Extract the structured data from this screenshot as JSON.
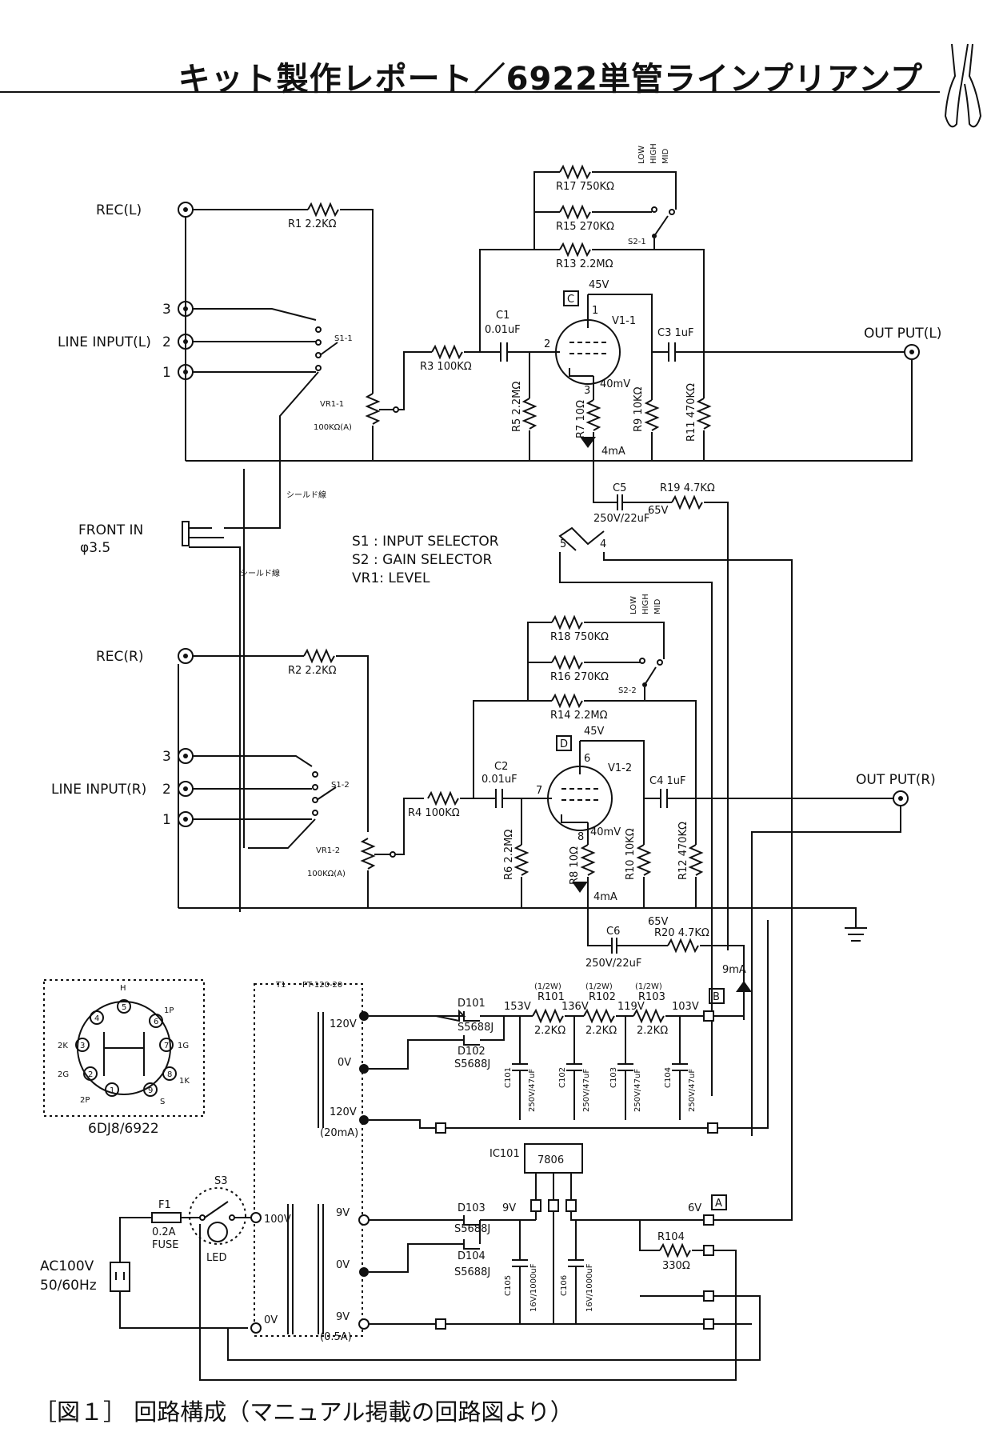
{
  "header": {
    "title": "キット製作レポート／6922単管ラインプリアンプ"
  },
  "caption": "［図１］ 回路構成（マニュアル掲載の回路図より）",
  "legend": {
    "s1": "S1 : INPUT SELECTOR",
    "s2": "S2 : GAIN SELECTOR",
    "vr1": "VR1: LEVEL"
  },
  "ports": {
    "rec_l": "REC(L)",
    "line_in_l": "LINE INPUT(L)",
    "rec_r": "REC(R)",
    "line_in_r": "LINE INPUT(R)",
    "front_in": "FRONT IN",
    "front_in_size": "φ3.5",
    "out_l": "OUT PUT(L)",
    "out_r": "OUT PUT(R)",
    "ac_in": "AC100V",
    "ac_freq": "50/60Hz",
    "n1": "1",
    "n2": "2",
    "n3": "3"
  },
  "gain_switch": {
    "low": "LOW",
    "high": "HIGH",
    "mid": "MID"
  },
  "parts_l": {
    "r1": "R1 2.2KΩ",
    "r17": "R17 750KΩ",
    "r15": "R15 270KΩ",
    "s2_1": "S2-1",
    "r13": "R13 2.2MΩ",
    "v45": "45V",
    "c_mark": "C",
    "c1_name": "C1",
    "c1_val": "0.01uF",
    "v1": "V1-1",
    "c3": "C3 1uF",
    "s1_1": "S1-1",
    "r3": "R3 100KΩ",
    "vr1_1": "VR1-1",
    "vr1_val": "100KΩ(A)",
    "r5": "R5 2.2MΩ",
    "r7": "R7 10Ω",
    "r9": "R9 10KΩ",
    "r11": "R11 470KΩ",
    "mv40": "40mV",
    "ma4": "4mA",
    "c5": "C5",
    "c5_val": "250V/22uF",
    "r19": "R19 4.7KΩ",
    "v65": "65V",
    "shield": "シールド線",
    "pin1": "1",
    "pin2": "2",
    "pin3": "3",
    "pin5": "5",
    "pin4": "4"
  },
  "parts_r": {
    "r2": "R2 2.2KΩ",
    "r18": "R18 750KΩ",
    "r16": "R16 270KΩ",
    "s2_2": "S2-2",
    "r14": "R14 2.2MΩ",
    "v45": "45V",
    "d_mark": "D",
    "c2_name": "C2",
    "c2_val": "0.01uF",
    "v1": "V1-2",
    "c4": "C4 1uF",
    "s1_2": "S1-2",
    "r4": "R4 100KΩ",
    "vr1_2": "VR1-2",
    "vr1_val": "100KΩ(A)",
    "r6": "R6 2.2MΩ",
    "r8": "R8 10Ω",
    "r10": "R10 10KΩ",
    "r12": "R12 470KΩ",
    "mv40": "40mV",
    "ma4": "4mA",
    "c6": "C6",
    "c6_val": "250V/22uF",
    "r20": "R20 4.7KΩ",
    "v65": "65V",
    "shield": "シールド線",
    "pin6": "6",
    "pin7": "7",
    "pin8": "8"
  },
  "power": {
    "t1": "T1",
    "pt": "PT-120-20",
    "v120a": "120V",
    "v0a": "0V",
    "v120b": "120V",
    "ma20": "(20mA)",
    "d101": "D101",
    "d102": "D102",
    "s5688j": "S5688J",
    "v153": "153V",
    "v136": "136V",
    "v119": "119V",
    "v103": "103V",
    "half_w": "(1/2W)",
    "r101": "R101",
    "r102": "R102",
    "r103": "R103",
    "kohm22": "2.2KΩ",
    "c101": "C101",
    "c102": "C102",
    "c103": "C103",
    "c104": "C104",
    "cap_47": "250V/47uF",
    "b_mark": "B",
    "ma9": "9mA",
    "ic101": "IC101",
    "reg": "7806",
    "d103": "D103",
    "d104": "D104",
    "v9": "9V",
    "v9b": "9V",
    "v0b": "0V",
    "v9c": "9V",
    "a05": "(0.5A)",
    "c105": "C105",
    "c106": "C106",
    "cap_1000": "16V/1000uF",
    "v6": "6V",
    "a_mark": "A",
    "r104": "R104",
    "ohm330": "330Ω",
    "f1": "F1",
    "fuse_val": "0.2A",
    "fuse": "FUSE",
    "s3": "S3",
    "led": "LED",
    "v100": "100V",
    "v0p": "0V"
  },
  "tube_pinout": {
    "name": "6DJ8/6922",
    "p_h": "H",
    "p_5": "5",
    "p_4": "4",
    "p_6": "6",
    "p_1p": "1P",
    "p_2k": "2K",
    "p_3": "3",
    "p_7": "7",
    "p_1g": "1G",
    "p_2g": "2G",
    "p_2": "2",
    "p_8": "8",
    "p_1k": "1K",
    "p_2p": "2P",
    "p_1": "1",
    "p_9": "9",
    "p_s": "S"
  }
}
